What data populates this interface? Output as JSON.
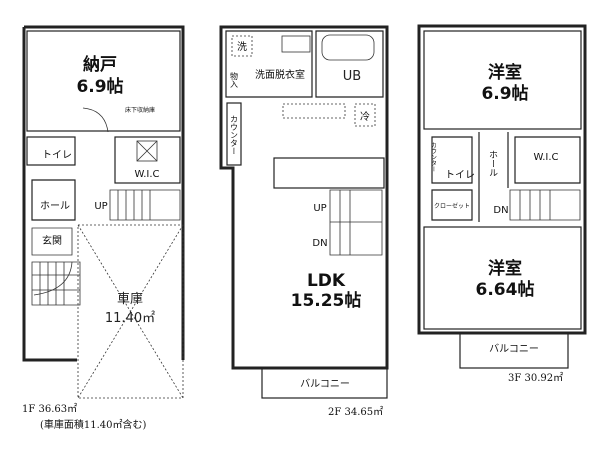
{
  "floor1": {
    "storage_room": {
      "name": "納戸",
      "size": "6.9帖"
    },
    "underfloor_storage": "床下収納庫",
    "toilet": "トイレ",
    "wic": "W.I.C",
    "hall": "ホール",
    "stairs": "UP",
    "entrance": "玄関",
    "garage": {
      "name": "車庫",
      "size": "11.40㎡"
    },
    "area": "1F 36.63㎡",
    "area_note": "(車庫面積11.40㎡含む)"
  },
  "floor2": {
    "washer": "洗",
    "washroom": "洗面脱衣室",
    "closet": "物入",
    "bath": "UB",
    "counter": "カウンター",
    "fridge": "冷",
    "stairs_up": "UP",
    "stairs_down": "DN",
    "ldk": {
      "name": "LDK",
      "size": "15.25帖"
    },
    "balcony": "バルコニー",
    "area": "2F 34.65㎡"
  },
  "floor3": {
    "room1": {
      "name": "洋室",
      "size": "6.9帖"
    },
    "counter": "カウンター",
    "toilet": "トイレ",
    "hall": "ホール",
    "wic": "W.I.C",
    "closet": "クローゼット",
    "stairs_down": "DN",
    "room2": {
      "name": "洋室",
      "size": "6.64帖"
    },
    "balcony": "バルコニー",
    "area": "3F 30.92㎡"
  }
}
